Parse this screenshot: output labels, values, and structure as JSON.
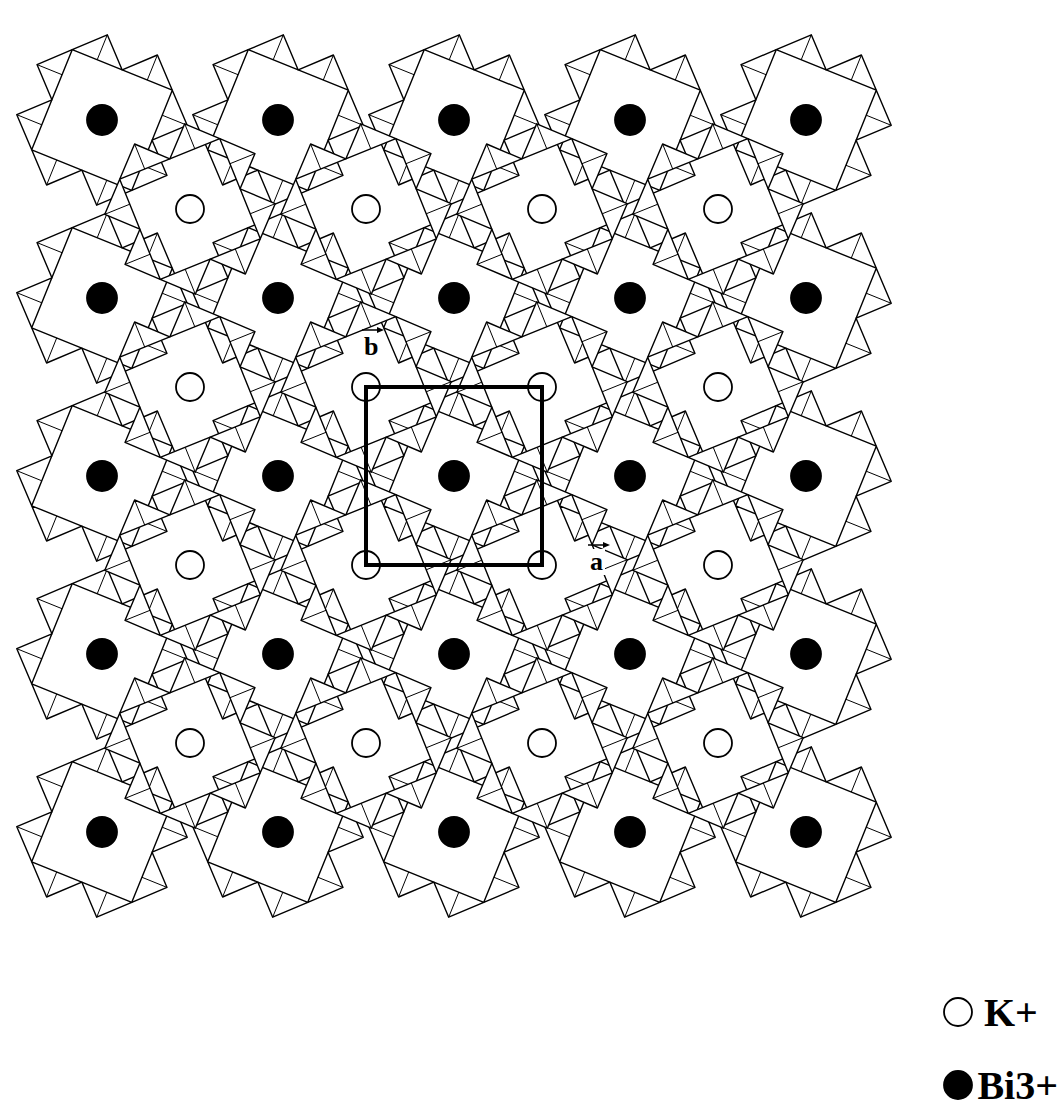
{
  "diagram": {
    "labels": [
      "b",
      "a"
    ],
    "legend": [
      {
        "text": "K+"
      },
      {
        "text": "Bi3+"
      }
    ]
  }
}
